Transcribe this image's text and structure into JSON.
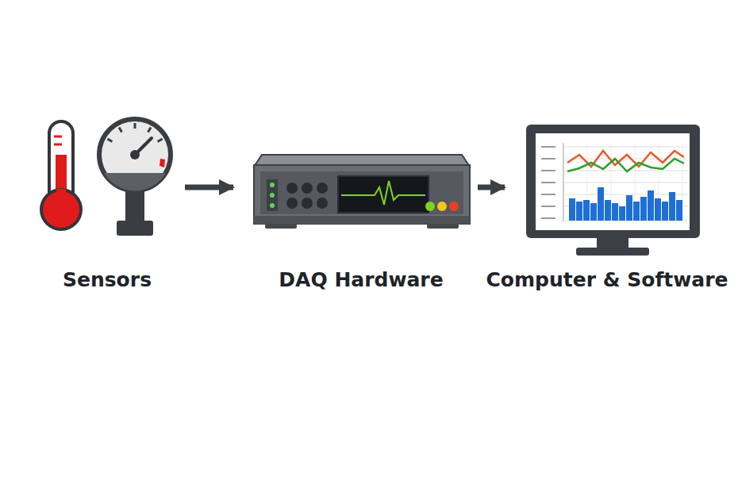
{
  "diagram": {
    "nodes": [
      {
        "text": [
          "Sensors"
        ]
      },
      {
        "text": [
          "DAQ Hardware"
        ]
      },
      {
        "text": [
          "Computer & Software"
        ]
      }
    ],
    "edges": [
      {
        "from": 0,
        "to": 1,
        "arrow": "to"
      },
      {
        "from": 1,
        "to": 2,
        "arrow": "to"
      }
    ]
  }
}
